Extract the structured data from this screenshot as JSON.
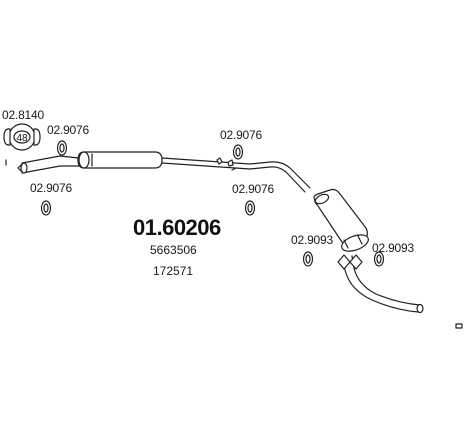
{
  "diagram": {
    "main_part_number": "01.60206",
    "oe_numbers": [
      "5663506",
      "172571"
    ],
    "parts": {
      "clamp_top_left": "02.8140",
      "clamp_badge": "48",
      "ring_top_left": "02.9076",
      "ring_bottom_left": "02.9076",
      "ring_top_mid": "02.9076",
      "ring_bottom_mid": "02.9076",
      "ring_right_left": "02.9093",
      "ring_right_right": "02.9093"
    }
  }
}
